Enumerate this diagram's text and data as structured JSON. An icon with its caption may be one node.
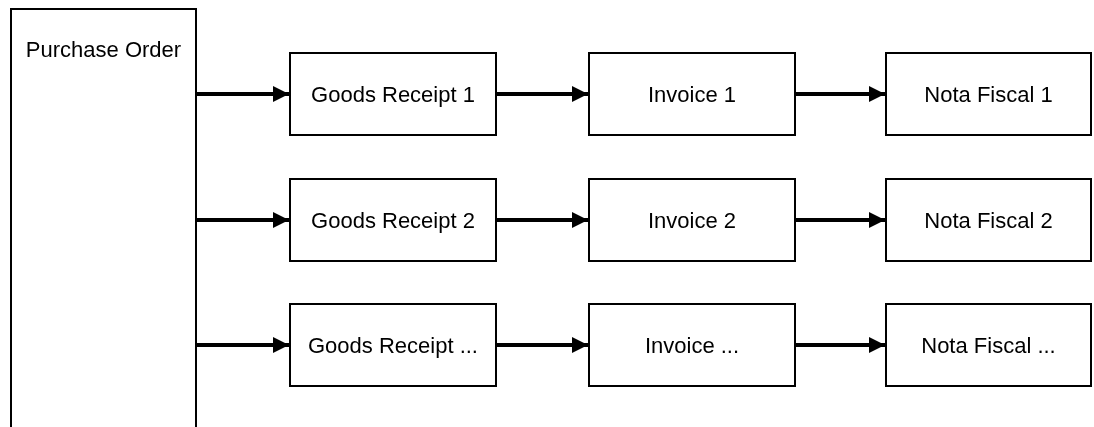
{
  "diagram": {
    "nodes": [
      {
        "text": [
          "Purchase Order"
        ]
      },
      {
        "text": [
          "Goods Receipt 1"
        ]
      },
      {
        "text": [
          "Invoice 1"
        ]
      },
      {
        "text": [
          "Nota Fiscal 1"
        ]
      },
      {
        "text": [
          "Goods Receipt 2"
        ]
      },
      {
        "text": [
          "Invoice 2"
        ]
      },
      {
        "text": [
          "Nota Fiscal 2"
        ]
      },
      {
        "text": [
          "Goods Receipt ..."
        ]
      },
      {
        "text": [
          "Invoice ..."
        ]
      },
      {
        "text": [
          "Nota Fiscal ..."
        ]
      }
    ],
    "edges": [
      {
        "from": 0,
        "to": 1,
        "arrow": "to"
      },
      {
        "from": 1,
        "to": 2,
        "arrow": "to"
      },
      {
        "from": 2,
        "to": 3,
        "arrow": "to"
      },
      {
        "from": 0,
        "to": 4,
        "arrow": "to"
      },
      {
        "from": 4,
        "to": 5,
        "arrow": "to"
      },
      {
        "from": 5,
        "to": 6,
        "arrow": "to"
      },
      {
        "from": 0,
        "to": 7,
        "arrow": "to"
      },
      {
        "from": 7,
        "to": 8,
        "arrow": "to"
      },
      {
        "from": 8,
        "to": 9,
        "arrow": "to"
      }
    ]
  }
}
